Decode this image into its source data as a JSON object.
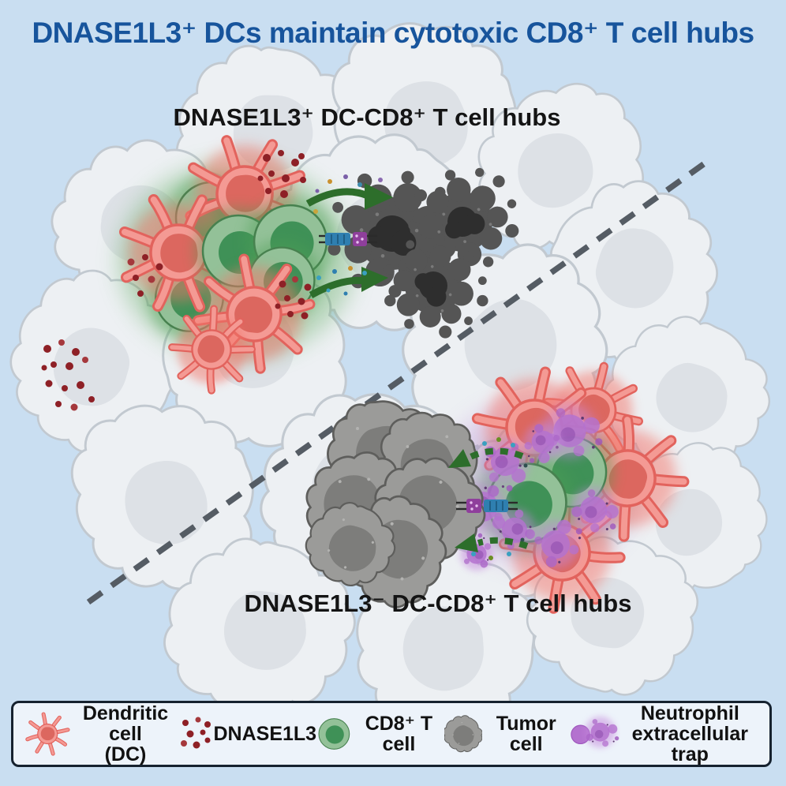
{
  "title": "DNASE1L3⁺ DCs maintain cytotoxic CD8⁺ T cell hubs",
  "hubs": {
    "upper_label": "DNASE1L3⁺ DC-CD8⁺ T cell hubs",
    "lower_label": "DNASE1L3⁻ DC-CD8⁺ T cell hubs"
  },
  "legend": {
    "items": [
      {
        "icon": "dendritic-cell-icon",
        "line1": "Dendritic cell",
        "line2": "(DC)"
      },
      {
        "icon": "dnase1l3-dots-icon",
        "line1": "DNASE1L3",
        "line2": ""
      },
      {
        "icon": "cd8-t-cell-icon",
        "line1": "CD8⁺ T cell",
        "line2": ""
      },
      {
        "icon": "tumor-cell-icon",
        "line1": "Tumor cell",
        "line2": ""
      },
      {
        "icon": "net-icon",
        "line1": "Neutrophil",
        "line2": "extracellular trap"
      }
    ]
  },
  "colors": {
    "background": "#c9def1",
    "title_text": "#17549c",
    "label_text": "#141414",
    "dendritic_cell": "#f49a94",
    "dendritic_outline": "#e2635d",
    "cd8_t_cell": "#93c198",
    "cd8_nucleus": "#3f9157",
    "tumor_cell": "#9b9b99",
    "dying_tumor_cell": "#555555",
    "net_purple": "#b472cf",
    "dnase1l3_dots": "#8e2026",
    "arrow_green": "#2d6e2b",
    "divider_dashed": "#555c64"
  }
}
